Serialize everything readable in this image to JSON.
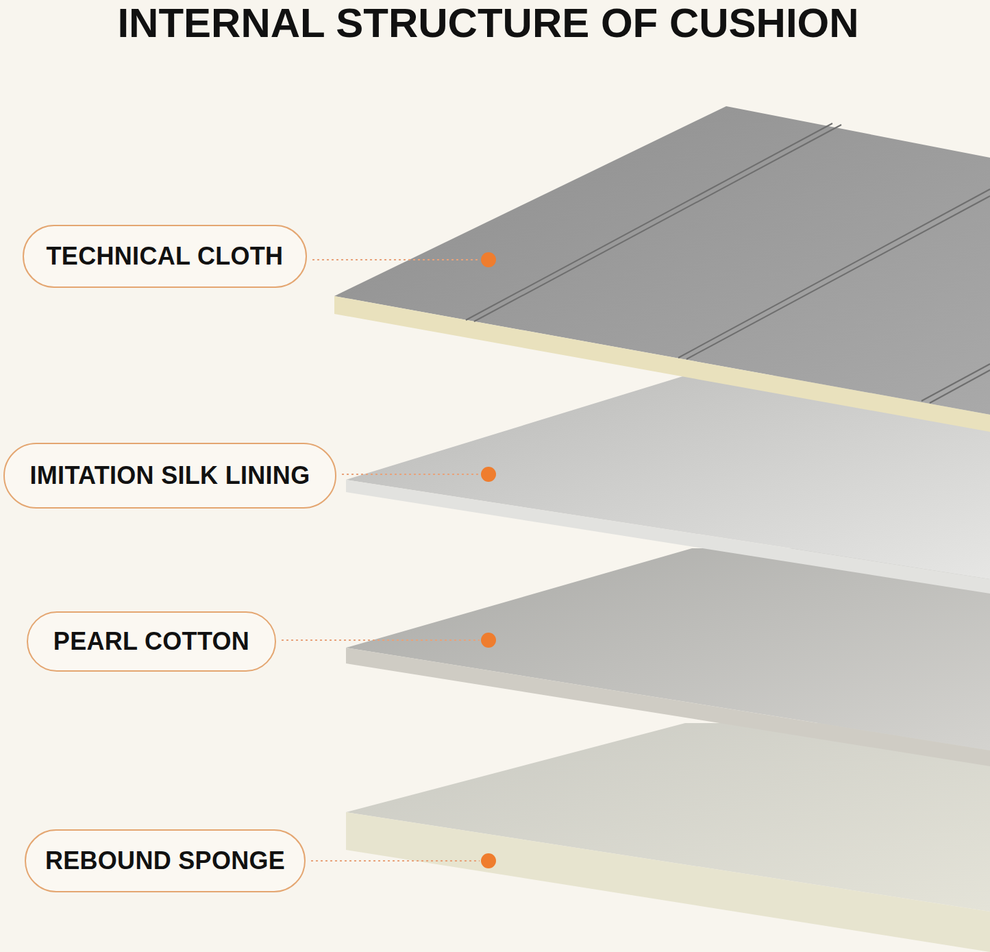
{
  "diagram": {
    "title": "INTERNAL STRUCTURE OF CUSHION",
    "nodes": [
      {
        "text": [
          "TECHNICAL CLOTH"
        ]
      },
      {
        "text": [
          "IMITATION SILK LINING"
        ]
      },
      {
        "text": [
          "PEARL COTTON"
        ]
      },
      {
        "text": [
          "REBOUND SPONGE"
        ]
      }
    ]
  }
}
